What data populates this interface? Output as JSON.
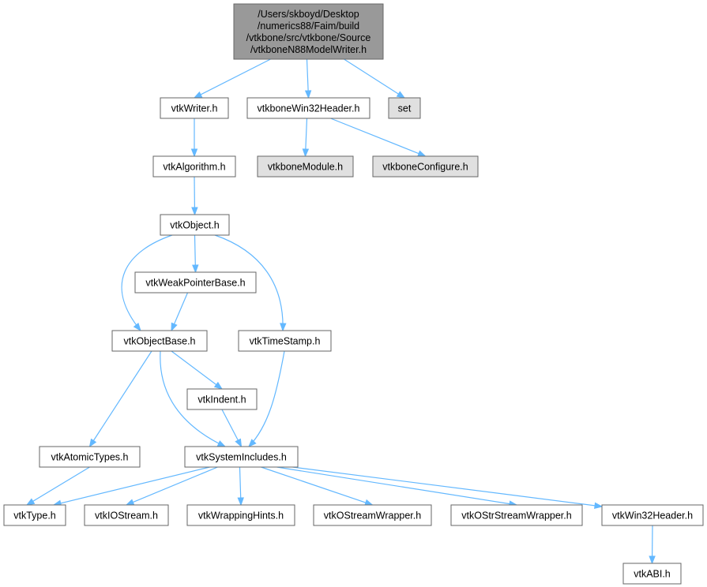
{
  "colors": {
    "edge": "#63b8ff",
    "node_border": "#666666",
    "node_fill": "#ffffff",
    "external_fill": "#e0e0e0",
    "root_fill": "#999999",
    "text": "#000000"
  },
  "nodes": {
    "root": {
      "label": "/Users/skboyd/Desktop\n/numerics88/Faim/build\n/vtkbone/src/vtkbone/Source\n/vtkboneN88ModelWriter.h",
      "kind": "root"
    },
    "vtkWriter": {
      "label": "vtkWriter.h",
      "kind": "header"
    },
    "vtkboneWin32Header": {
      "label": "vtkboneWin32Header.h",
      "kind": "header"
    },
    "set": {
      "label": "set",
      "kind": "external"
    },
    "vtkAlgorithm": {
      "label": "vtkAlgorithm.h",
      "kind": "header"
    },
    "vtkboneModule": {
      "label": "vtkboneModule.h",
      "kind": "external"
    },
    "vtkboneConfigure": {
      "label": "vtkboneConfigure.h",
      "kind": "external"
    },
    "vtkObject": {
      "label": "vtkObject.h",
      "kind": "header"
    },
    "vtkWeakPointerBase": {
      "label": "vtkWeakPointerBase.h",
      "kind": "header"
    },
    "vtkObjectBase": {
      "label": "vtkObjectBase.h",
      "kind": "header"
    },
    "vtkTimeStamp": {
      "label": "vtkTimeStamp.h",
      "kind": "header"
    },
    "vtkIndent": {
      "label": "vtkIndent.h",
      "kind": "header"
    },
    "vtkAtomicTypes": {
      "label": "vtkAtomicTypes.h",
      "kind": "header"
    },
    "vtkSystemIncludes": {
      "label": "vtkSystemIncludes.h",
      "kind": "header"
    },
    "vtkType": {
      "label": "vtkType.h",
      "kind": "header"
    },
    "vtkIOStream": {
      "label": "vtkIOStream.h",
      "kind": "header"
    },
    "vtkWrappingHints": {
      "label": "vtkWrappingHints.h",
      "kind": "header"
    },
    "vtkOStreamWrapper": {
      "label": "vtkOStreamWrapper.h",
      "kind": "header"
    },
    "vtkOStrStreamWrapper": {
      "label": "vtkOStrStreamWrapper.h",
      "kind": "header"
    },
    "vtkWin32Header": {
      "label": "vtkWin32Header.h",
      "kind": "header"
    },
    "vtkABI": {
      "label": "vtkABI.h",
      "kind": "header"
    }
  },
  "edges": [
    {
      "from": "root",
      "to": "vtkWriter"
    },
    {
      "from": "root",
      "to": "vtkboneWin32Header"
    },
    {
      "from": "root",
      "to": "set"
    },
    {
      "from": "vtkWriter",
      "to": "vtkAlgorithm"
    },
    {
      "from": "vtkboneWin32Header",
      "to": "vtkboneModule"
    },
    {
      "from": "vtkboneWin32Header",
      "to": "vtkboneConfigure"
    },
    {
      "from": "vtkAlgorithm",
      "to": "vtkObject"
    },
    {
      "from": "vtkObject",
      "to": "vtkWeakPointerBase"
    },
    {
      "from": "vtkObject",
      "to": "vtkObjectBase"
    },
    {
      "from": "vtkObject",
      "to": "vtkTimeStamp"
    },
    {
      "from": "vtkWeakPointerBase",
      "to": "vtkObjectBase"
    },
    {
      "from": "vtkObjectBase",
      "to": "vtkIndent"
    },
    {
      "from": "vtkObjectBase",
      "to": "vtkAtomicTypes"
    },
    {
      "from": "vtkObjectBase",
      "to": "vtkSystemIncludes"
    },
    {
      "from": "vtkTimeStamp",
      "to": "vtkSystemIncludes"
    },
    {
      "from": "vtkIndent",
      "to": "vtkSystemIncludes"
    },
    {
      "from": "vtkAtomicTypes",
      "to": "vtkType"
    },
    {
      "from": "vtkSystemIncludes",
      "to": "vtkType"
    },
    {
      "from": "vtkSystemIncludes",
      "to": "vtkIOStream"
    },
    {
      "from": "vtkSystemIncludes",
      "to": "vtkWrappingHints"
    },
    {
      "from": "vtkSystemIncludes",
      "to": "vtkOStreamWrapper"
    },
    {
      "from": "vtkSystemIncludes",
      "to": "vtkOStrStreamWrapper"
    },
    {
      "from": "vtkSystemIncludes",
      "to": "vtkWin32Header"
    },
    {
      "from": "vtkWin32Header",
      "to": "vtkABI"
    }
  ]
}
